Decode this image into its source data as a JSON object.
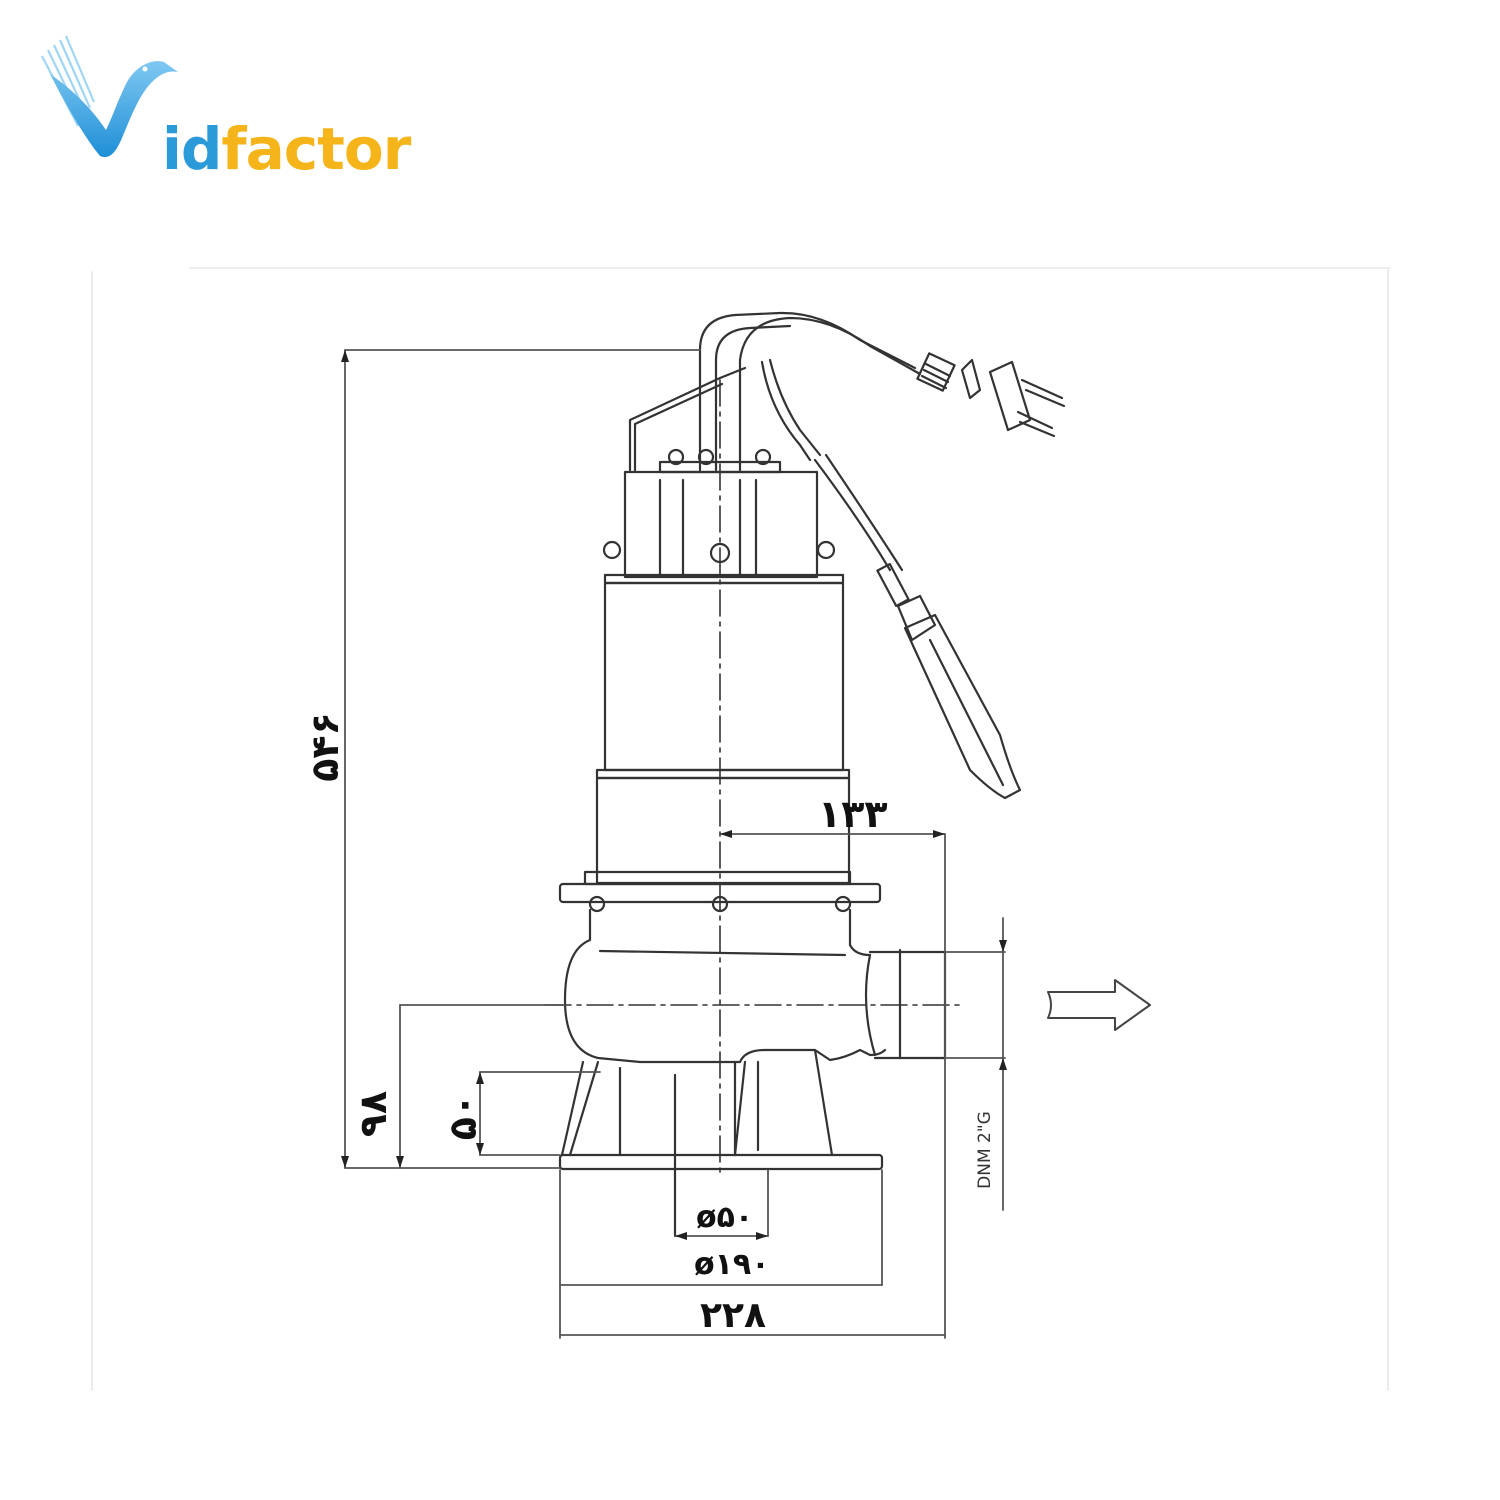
{
  "logo": {
    "brand_part1": "id",
    "brand_part2": "factor",
    "colors": {
      "blue": "#2a9ad8",
      "gold": "#f4b41a"
    }
  },
  "drawing": {
    "subject": "submersible pump with float switch and power plug",
    "line_color": "#333333",
    "dimensions": {
      "overall_height": "۵۴۶",
      "outlet_offset": "۱۳۳",
      "outlet_center_height": "۹۸",
      "base_height": "۵۰",
      "inlet_diameter": "ø۵۰",
      "base_diameter": "ø۱۹۰",
      "overall_width": "۲۲۸"
    },
    "outlet_label": "DNM 2\"G",
    "flow_direction": "right-arrow"
  }
}
